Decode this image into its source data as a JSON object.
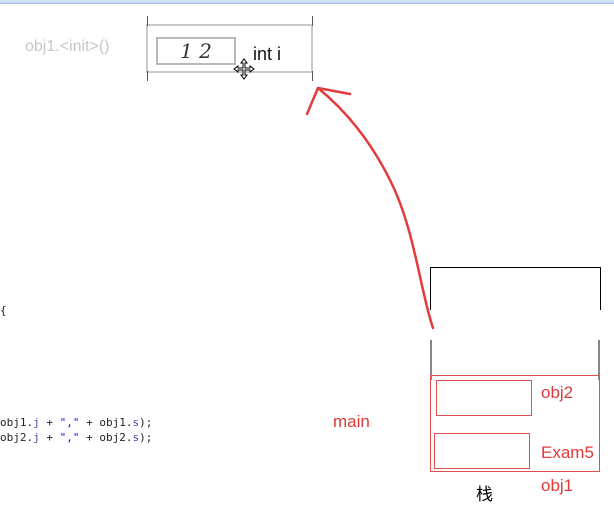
{
  "frame": {
    "label": "obj1.<init>()",
    "slot_value": "1 2",
    "slot_var": "int i"
  },
  "code": {
    "brace": "{",
    "line1": {
      "a": "obj1.",
      "b": "j",
      "c": " + ",
      "d": "\",\"",
      "e": " + obj1.",
      "f": "s",
      "g": ");"
    },
    "line2": {
      "a": "obj2.",
      "b": "j",
      "c": " + ",
      "d": "\",\"",
      "e": " + obj2.",
      "f": "s",
      "g": ");"
    }
  },
  "stack": {
    "main_label": "main",
    "slot1_label": "obj2",
    "slot2_label": "Exam5",
    "below_label": "obj1",
    "caption": "栈"
  },
  "colors": {
    "annotation_red": "#e03a3a",
    "frame_gray": "#c9c9c9"
  }
}
